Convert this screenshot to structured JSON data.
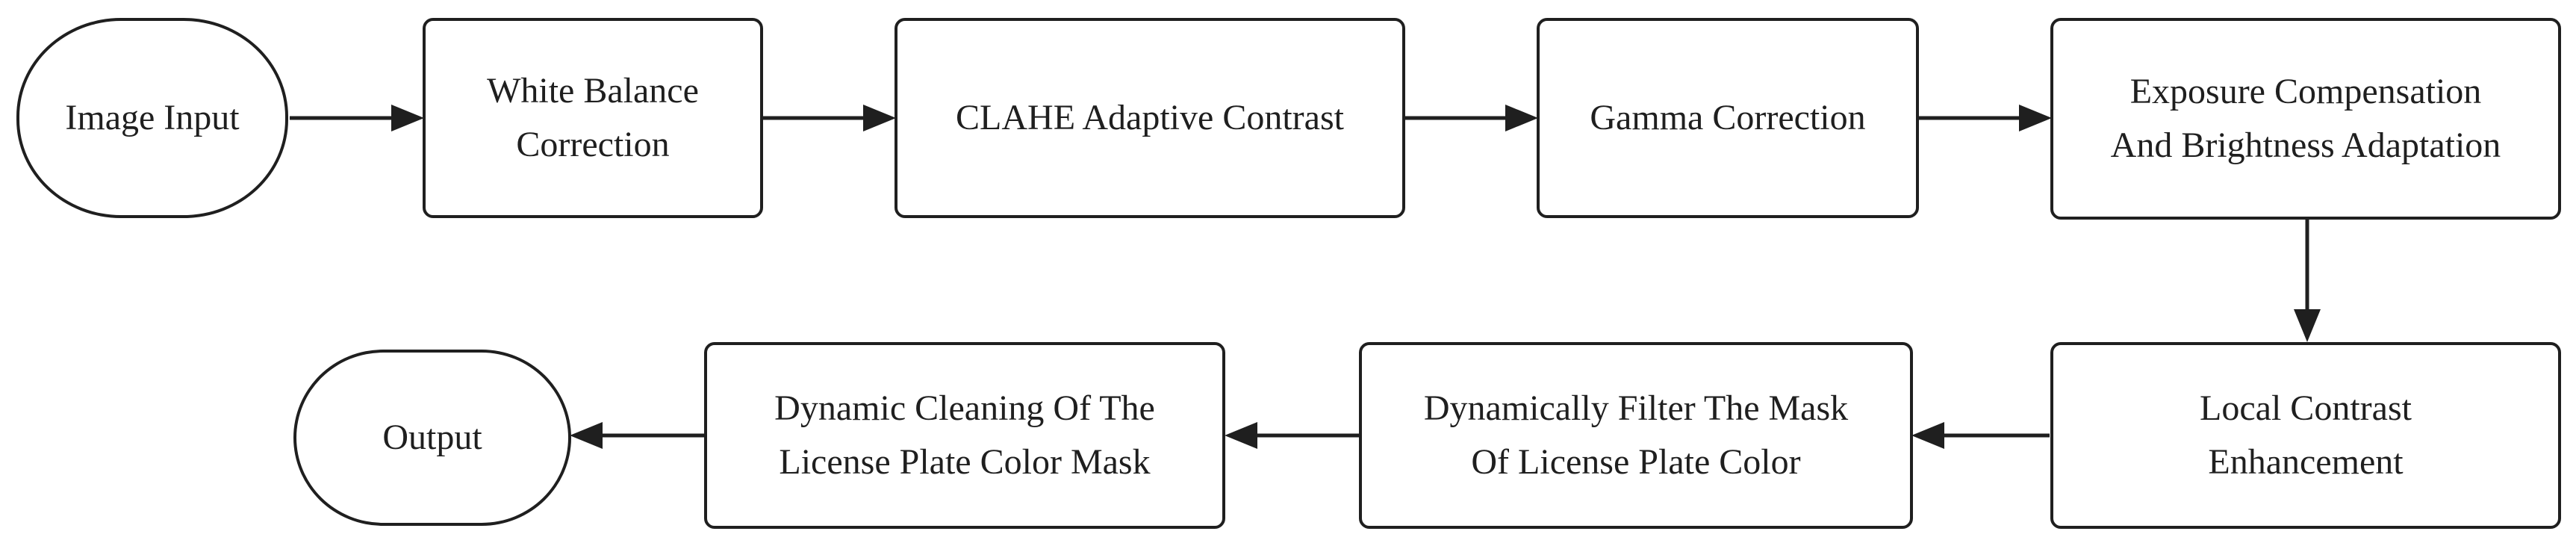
{
  "nodes": {
    "image_input": "Image Input",
    "white_balance": "White Balance\nCorrection",
    "clahe": "CLAHE Adaptive Contrast",
    "gamma": "Gamma Correction",
    "exposure": "Exposure Compensation\nAnd Brightness Adaptation",
    "local_contrast": "Local Contrast\nEnhancement",
    "dynamic_filter": "Dynamically Filter The Mask\nOf License Plate Color",
    "dynamic_cleaning": "Dynamic Cleaning Of The\nLicense Plate Color Mask",
    "output": "Output"
  },
  "colors": {
    "stroke": "#1f1f1f",
    "background": "#ffffff"
  }
}
